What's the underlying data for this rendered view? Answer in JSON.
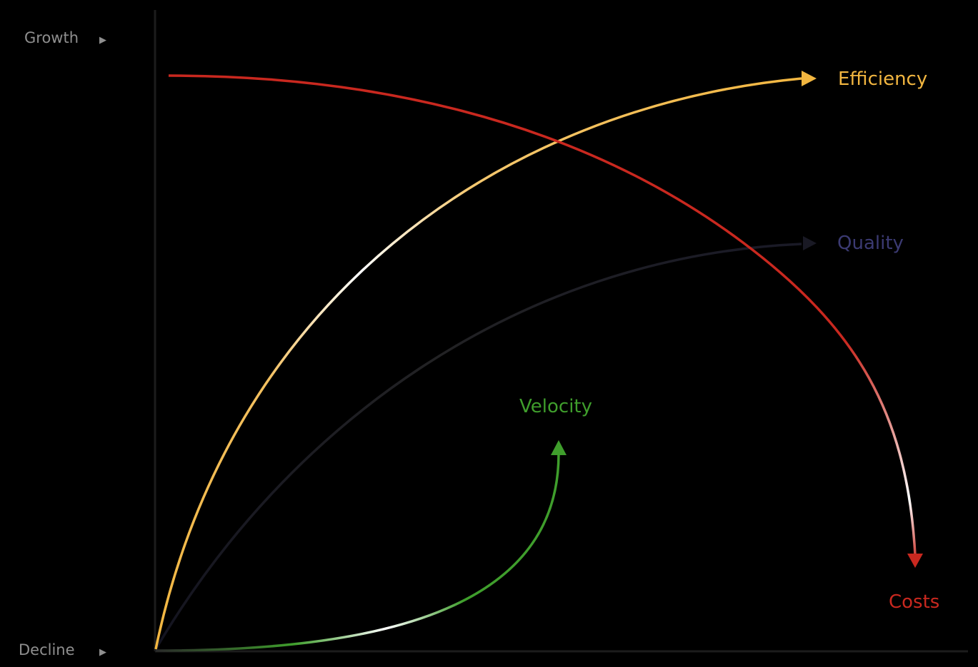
{
  "axis": {
    "top_label": "Growth",
    "bottom_label": "Decline",
    "marker_glyph": "▶",
    "color": "#1c1c1c",
    "label_color": "#8f8f8f"
  },
  "curves": {
    "costs": {
      "label": "Costs",
      "color": "#c9281f"
    },
    "efficiency": {
      "label": "Efficiency",
      "color": "#f2b640"
    },
    "quality": {
      "label": "Quality",
      "color": "#3b3a72",
      "line_color": "#1f1f22"
    },
    "velocity": {
      "label": "Velocity",
      "color": "#3f9e2c"
    }
  }
}
